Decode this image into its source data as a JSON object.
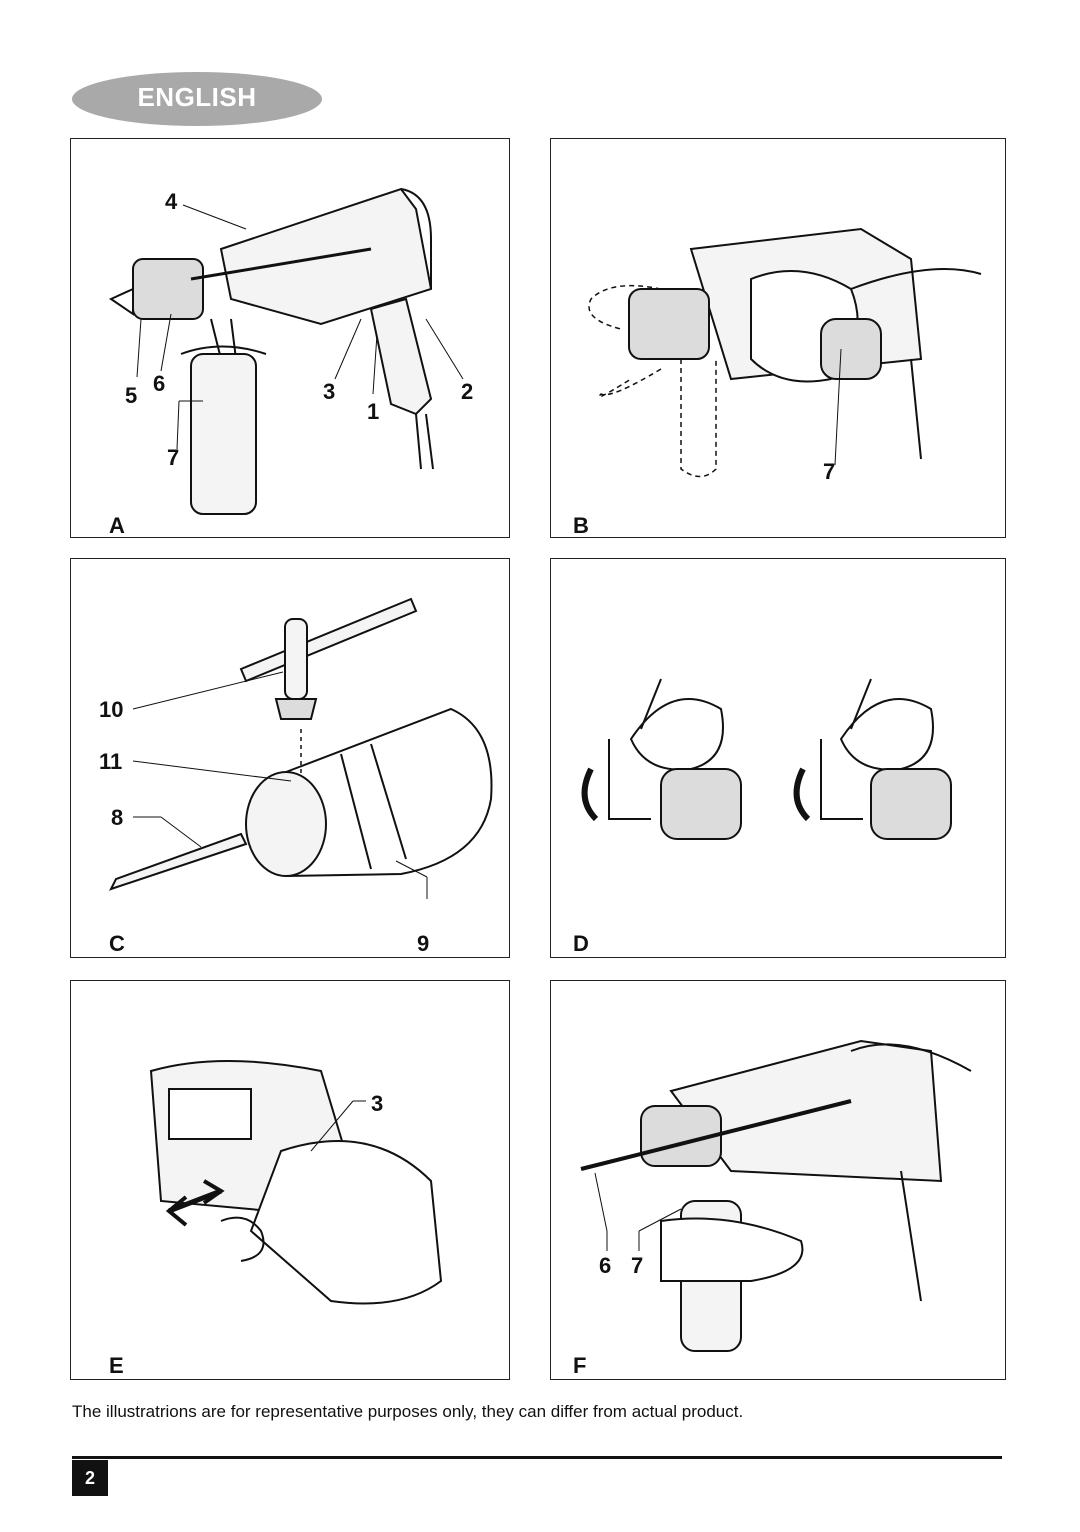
{
  "header": {
    "language": "ENGLISH"
  },
  "figures": {
    "A": {
      "label": "A",
      "callouts": {
        "n1": "1",
        "n2": "2",
        "n3": "3",
        "n4": "4",
        "n5": "5",
        "n6": "6",
        "n7": "7"
      }
    },
    "B": {
      "label": "B",
      "callouts": {
        "n7": "7"
      }
    },
    "C": {
      "label": "C",
      "callouts": {
        "n8": "8",
        "n9": "9",
        "n10": "10",
        "n11": "11"
      }
    },
    "D": {
      "label": "D"
    },
    "E": {
      "label": "E",
      "callouts": {
        "n3": "3"
      }
    },
    "F": {
      "label": "F",
      "callouts": {
        "n6": "6",
        "n7": "7"
      }
    }
  },
  "disclaimer": "The illustratrions are for representative purposes only, they can differ from actual product.",
  "page_number": "2"
}
